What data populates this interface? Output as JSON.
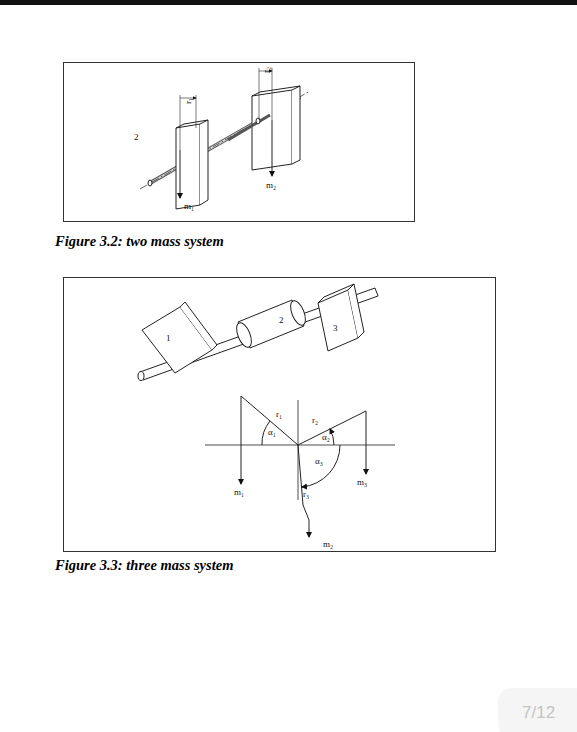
{
  "diagram": {
    "labels": [
      "r₁",
      "r₂",
      "2",
      "m₁",
      "m₂",
      "Figure 3.2: two mass system",
      "1",
      "2",
      "3",
      "r₁",
      "α₁",
      "r₂",
      "α₂",
      "α₃",
      "m₁",
      "m₃",
      "r₃",
      "m₂",
      "Figure 3.3: three mass system",
      "7/12"
    ]
  }
}
